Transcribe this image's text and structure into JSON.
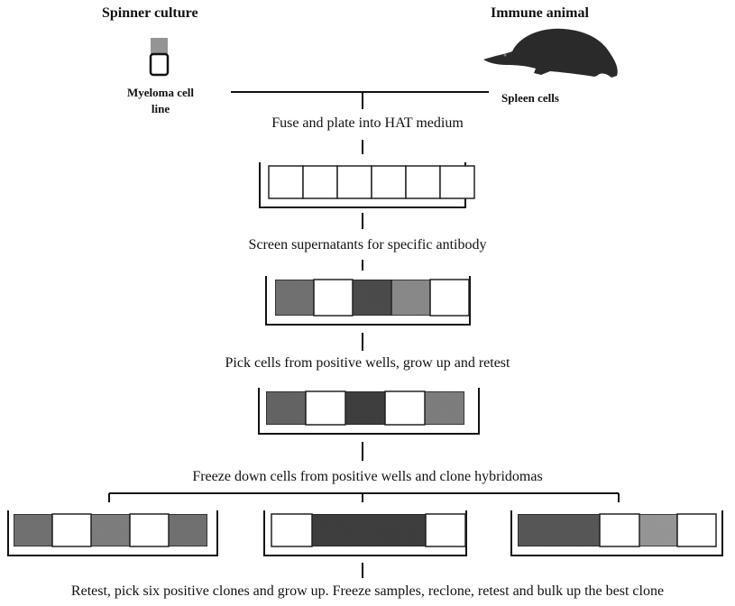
{
  "sources": {
    "left_title": "Spinner culture",
    "left_caption_line1": "Myeloma cell",
    "left_caption_line2": "line",
    "right_title": "Immune animal",
    "right_caption": "Spleen cells"
  },
  "steps": [
    "Fuse and plate into HAT medium",
    "Screen supernatants for specific antibody",
    "Pick cells from positive wells, grow up and retest",
    "Freeze down cells from positive wells and clone hybridomas",
    "Retest, pick six positive clones and grow up. Freeze samples, reclone, retest and bulk up the best clone"
  ],
  "plates": [
    {
      "name": "fusion-plate",
      "levels": [
        0,
        0,
        0,
        0,
        0,
        0
      ]
    },
    {
      "name": "screen-plate",
      "levels": [
        0.55,
        0,
        0.7,
        0.45,
        0
      ]
    },
    {
      "name": "retest-plate",
      "levels": [
        0.6,
        0,
        0.75,
        0,
        0.5
      ]
    },
    {
      "name": "clone-plate-1",
      "levels": [
        0.55,
        0,
        0.5,
        0,
        0.55
      ]
    },
    {
      "name": "clone-plate-2",
      "levels": [
        0,
        0.75,
        0
      ]
    },
    {
      "name": "clone-plate-3",
      "levels": [
        0.65,
        0,
        0.4,
        0
      ]
    }
  ],
  "colors": {
    "ink": "#111111",
    "well_border": "#222222"
  },
  "icons": {
    "left": "culture-vial-icon",
    "right": "rodent-icon"
  }
}
